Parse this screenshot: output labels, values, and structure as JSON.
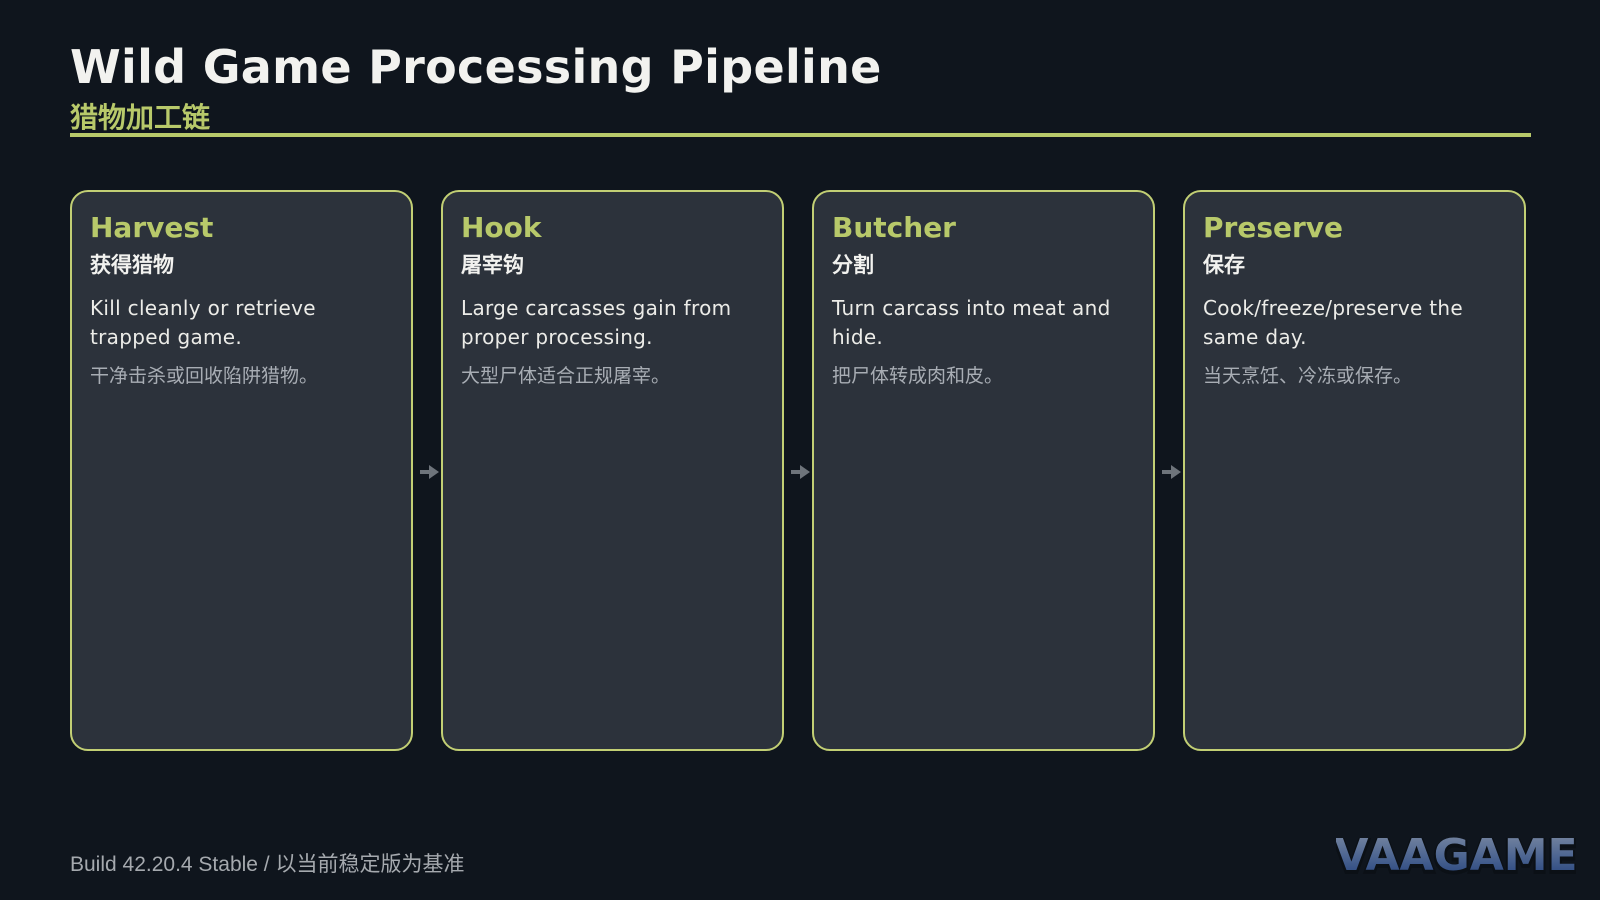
{
  "header": {
    "title": "Wild Game Processing Pipeline",
    "subtitle": "猎物加工链"
  },
  "steps": [
    {
      "title": "Harvest",
      "title_zh": "获得猎物",
      "description": "Kill cleanly or retrieve trapped game.",
      "description_zh": "干净击杀或回收陷阱猎物。"
    },
    {
      "title": "Hook",
      "title_zh": "屠宰钩",
      "description": "Large carcasses gain from proper processing.",
      "description_zh": "大型尸体适合正规屠宰。"
    },
    {
      "title": "Butcher",
      "title_zh": "分割",
      "description": "Turn carcass into meat and hide.",
      "description_zh": "把尸体转成肉和皮。"
    },
    {
      "title": "Preserve",
      "title_zh": "保存",
      "description": "Cook/freeze/preserve the same day.",
      "description_zh": "当天烹饪、冷冻或保存。"
    }
  ],
  "footer": {
    "build_text": "Build 42.20.4 Stable / 以当前稳定版为基准"
  },
  "logo": {
    "text": "VAAGAME"
  },
  "colors": {
    "background": "#0f151d",
    "accent": "#b8c96a",
    "card_background": "#2c323b",
    "card_border": "#c2cf74",
    "arrow": "#6e747b"
  }
}
